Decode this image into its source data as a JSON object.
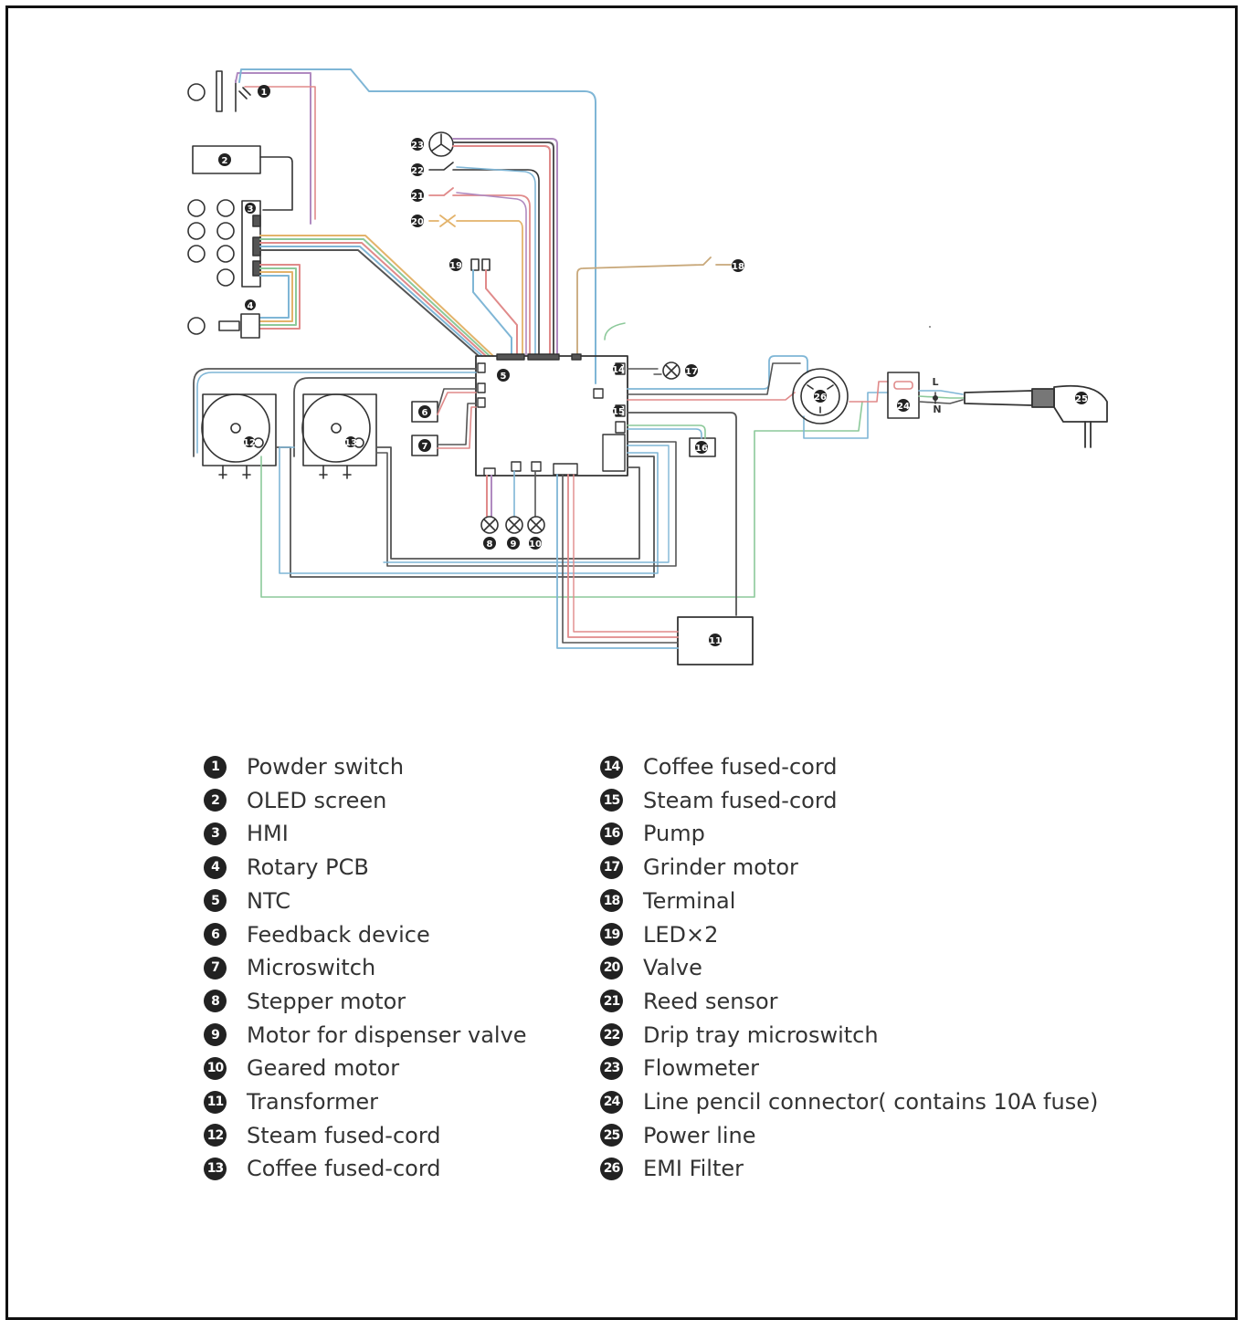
{
  "legend_left": [
    {
      "num": "1",
      "label": "Powder switch"
    },
    {
      "num": "2",
      "label": "OLED screen"
    },
    {
      "num": "3",
      "label": "HMI"
    },
    {
      "num": "4",
      "label": "Rotary PCB"
    },
    {
      "num": "5",
      "label": "NTC"
    },
    {
      "num": "6",
      "label": "Feedback device"
    },
    {
      "num": "7",
      "label": "Microswitch"
    },
    {
      "num": "8",
      "label": "Stepper motor"
    },
    {
      "num": "9",
      "label": "Motor for dispenser valve"
    },
    {
      "num": "10",
      "label": "Geared motor"
    },
    {
      "num": "11",
      "label": "Transformer"
    },
    {
      "num": "12",
      "label": "Steam fused-cord"
    },
    {
      "num": "13",
      "label": "Coffee fused-cord"
    }
  ],
  "legend_right": [
    {
      "num": "14",
      "label": "Coffee fused-cord"
    },
    {
      "num": "15",
      "label": "Steam fused-cord"
    },
    {
      "num": "16",
      "label": "Pump"
    },
    {
      "num": "17",
      "label": "Grinder motor"
    },
    {
      "num": "18",
      "label": "Terminal"
    },
    {
      "num": "19",
      "label": "LED×2"
    },
    {
      "num": "20",
      "label": "Valve"
    },
    {
      "num": "21",
      "label": "Reed sensor"
    },
    {
      "num": "22",
      "label": "Drip tray microswitch"
    },
    {
      "num": "23",
      "label": "Flowmeter"
    },
    {
      "num": "24",
      "label": "Line pencil connector( contains 10A fuse)"
    },
    {
      "num": "25",
      "label": "Power line"
    },
    {
      "num": "26",
      "label": "EMI Filter"
    }
  ],
  "diagram_labels": {
    "line": "L",
    "neutral": "N"
  },
  "wire_colors": {
    "blue": "#7fb6d6",
    "red": "#e08a8a",
    "green": "#8cc99a",
    "orange": "#e3b36b",
    "purple": "#b08ac0",
    "gray": "#555555",
    "yellow": "#e7d27a"
  }
}
